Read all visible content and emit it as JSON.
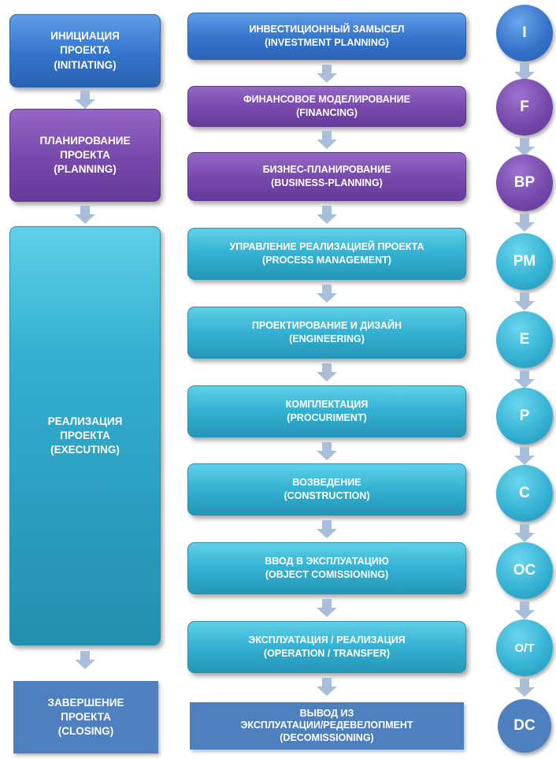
{
  "phases": [
    {
      "line1": "ИНИЦИАЦИЯ",
      "line2": "ПРОЕКТА",
      "line3": "(INITIATING)"
    },
    {
      "line1": "ПЛАНИРОВАНИЕ",
      "line2": "ПРОЕКТА",
      "line3": "(PLANNING)"
    },
    {
      "line1": "РЕАЛИЗАЦИЯ",
      "line2": "ПРОЕКТА",
      "line3": "(EXECUTING)"
    },
    {
      "line1": "ЗАВЕРШЕНИЕ",
      "line2": "ПРОЕКТА",
      "line3": "(CLOSING)"
    }
  ],
  "stages": [
    {
      "line1": "ИНВЕСТИЦИОННЫЙ ЗАМЫСЕЛ",
      "line2": "(INVESTMENT  PLANNING)",
      "code": "I"
    },
    {
      "line1": "ФИНАНСОВОЕ МОДЕЛИРОВАНИЕ",
      "line2": "(FINANCING)",
      "code": "F"
    },
    {
      "line1": "БИЗНЕС-ПЛАНИРОВАНИЕ",
      "line2": "(BUSINESS-PLANNING)",
      "code": "BP"
    },
    {
      "line1": "УПРАВЛЕНИЕ  РЕАЛИЗАЦИЕЙ ПРОЕКТА",
      "line2": "(PROCESS MANAGEMENT)",
      "code": "PM"
    },
    {
      "line1": "ПРОЕКТИРОВАНИЕ И ДИЗАЙН",
      "line2": "(ENGINEERING)",
      "code": "E"
    },
    {
      "line1": "КОМПЛЕКТАЦИЯ",
      "line2": "(PROCURIMENT)",
      "code": "P"
    },
    {
      "line1": "ВОЗВЕДЕНИЕ",
      "line2": "(CONSTRUCTION)",
      "code": "C"
    },
    {
      "line1": "ВВОД В ЭКСПЛУАТАЦИЮ",
      "line2": "(OBJECT COMISSIONING)",
      "code": "OC"
    },
    {
      "line1": "ЭКСПЛУАТАЦИЯ /  РЕАЛИЗАЦИЯ",
      "line2": "(OPERATION / TRANSFER)",
      "code": "O/T"
    },
    {
      "line1": "ВЫВОД ИЗ",
      "line2": "ЭКСПЛУАТАЦИИ/РЕДЕВЕЛОПМЕНТ",
      "line3": "(DECOMISSIONING)",
      "code": "DC"
    }
  ],
  "colors": {
    "blue": "#3474cc",
    "purple": "#7648ab",
    "teal": "#33b1d2",
    "flat_blue": "#4e7fbf",
    "arrow": "#a9bedb"
  }
}
